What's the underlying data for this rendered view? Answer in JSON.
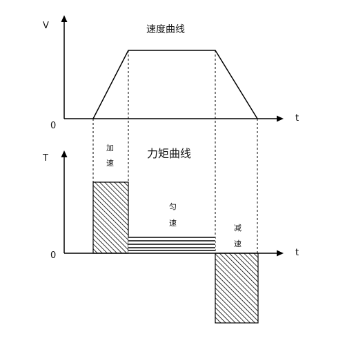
{
  "speed_panel": {
    "title": "速度曲线",
    "y_axis_label": "V",
    "x_axis_label": "t",
    "origin_label": "0"
  },
  "torque_panel": {
    "title": "力矩曲线",
    "y_axis_label": "T",
    "x_axis_label": "t",
    "origin_label": "0",
    "phases": {
      "accel": [
        "加",
        "速"
      ],
      "constant": [
        "匀",
        "速"
      ],
      "decel": [
        "减",
        "速"
      ]
    }
  },
  "colors": {
    "line": "#000000",
    "background": "#ffffff"
  }
}
